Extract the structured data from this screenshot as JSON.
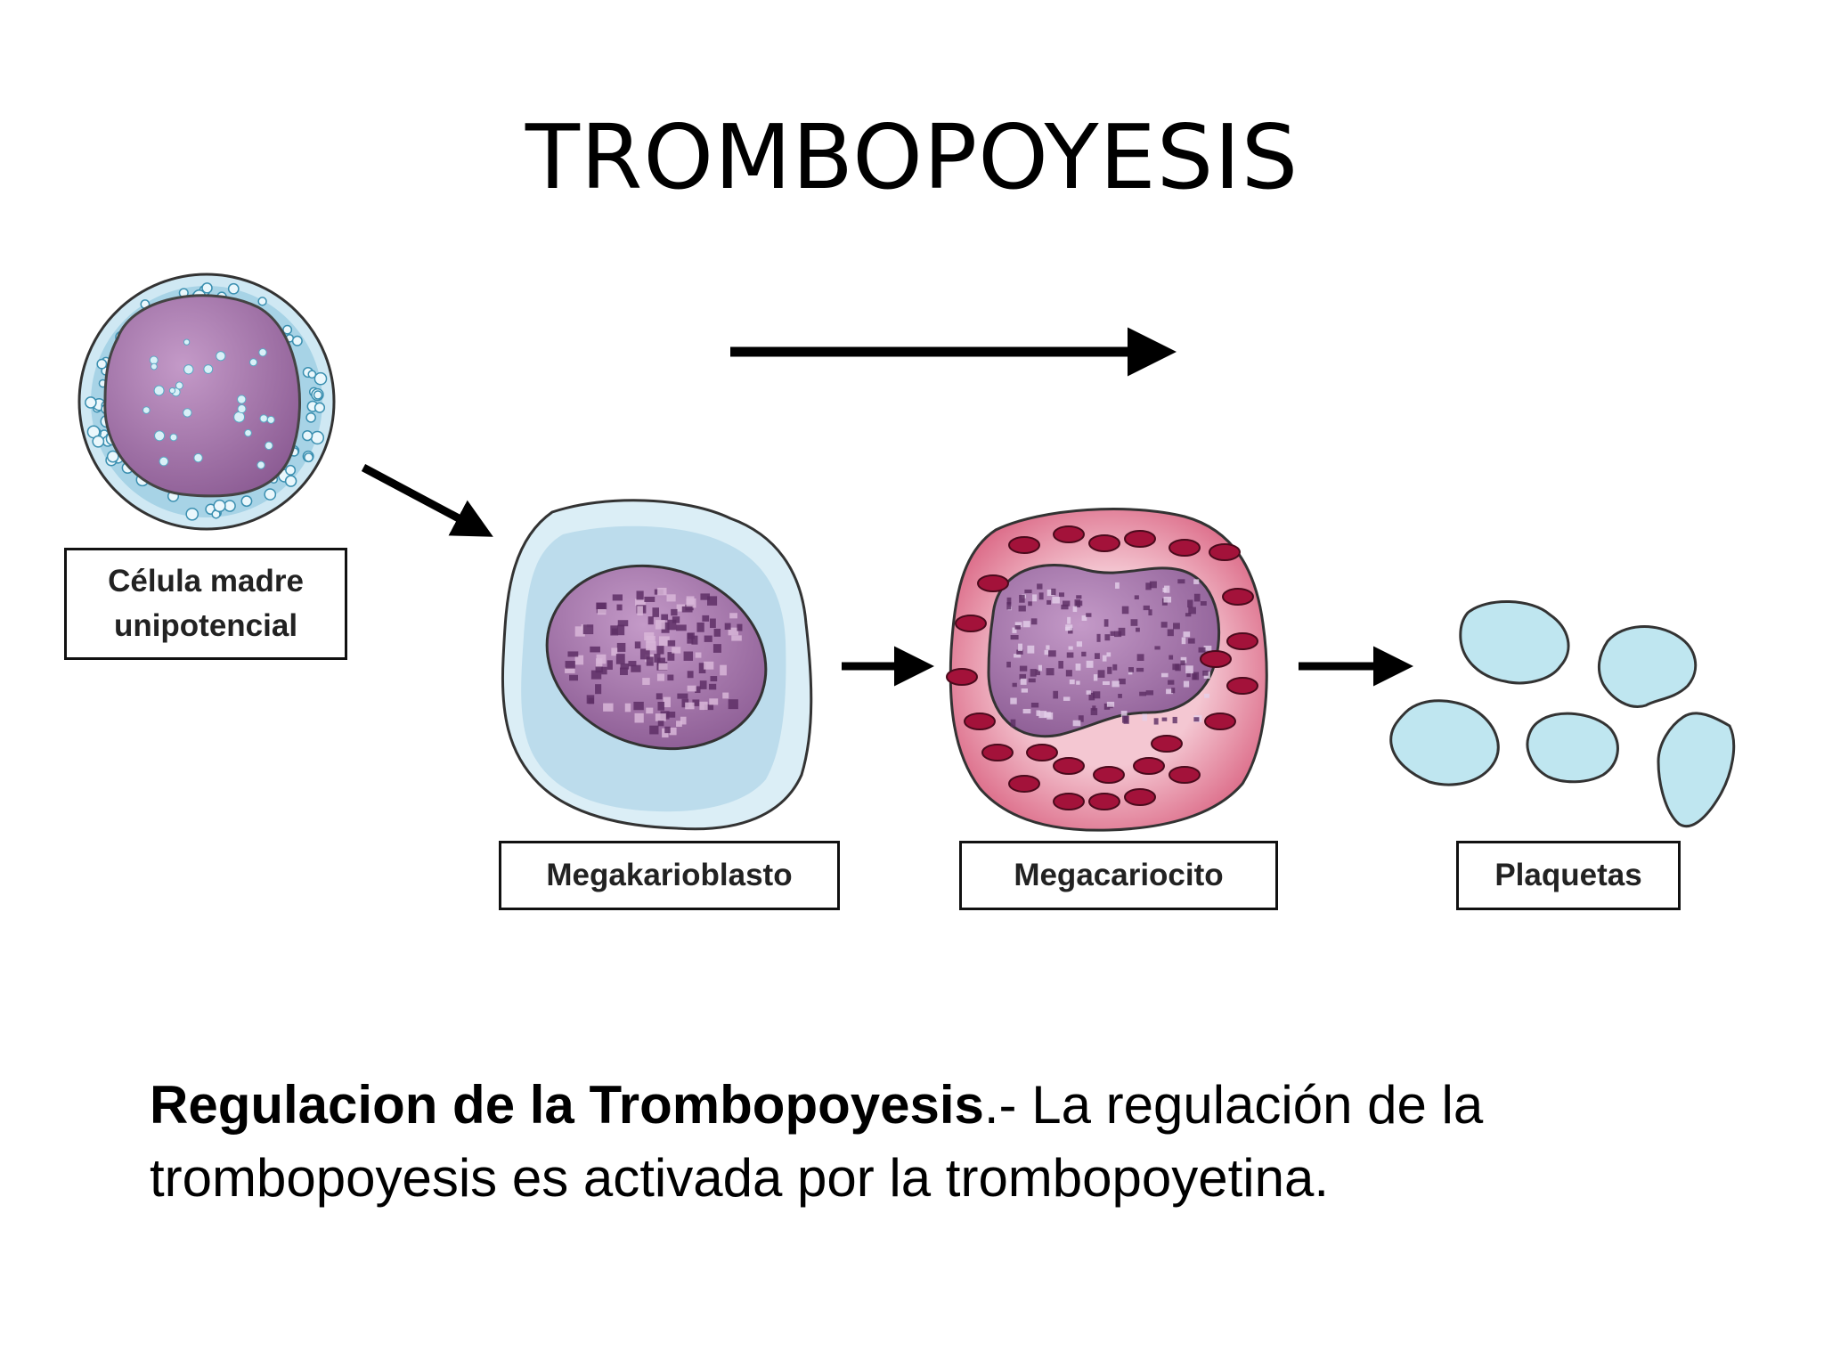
{
  "title": "TROMBOPOYESIS",
  "labels": {
    "stem_cell_line1": "Célula madre",
    "stem_cell_line2": "unipotencial",
    "megakaryoblast": "Megakarioblasto",
    "megakaryocyte": "Megacariocito",
    "platelets": "Plaquetas"
  },
  "caption": {
    "heading": "Regulacion de la Trombopoyesis",
    "separator": ".-",
    "text": " La regulación de la trombopoyesis es activada por la trombopoyetina."
  },
  "colors": {
    "stem_cytoplasm": "#bfe0ef",
    "nucleus": "#8f5f95",
    "megakaryocyte_cytoplasm": "#e58aa0",
    "granules": "#a3123a",
    "platelets": "#bfe6f0"
  }
}
